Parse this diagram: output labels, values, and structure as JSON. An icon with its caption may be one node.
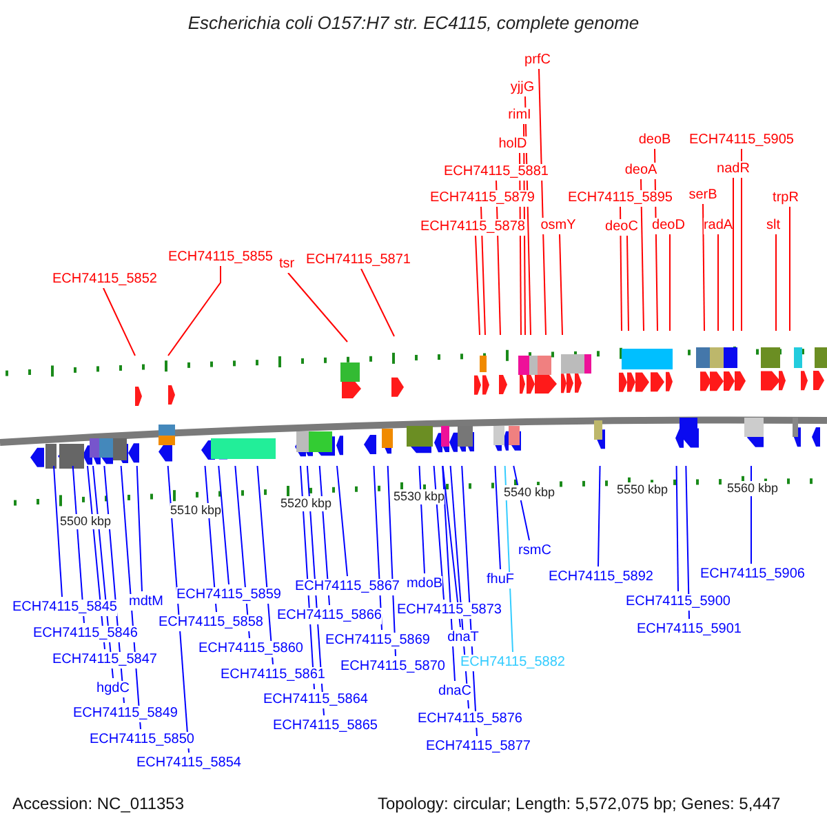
{
  "diagram": {
    "title": "Escherichia coli O157:H7 str. EC4115, complete genome",
    "nodes": [
      {
        "text": [
          "ECH74115_5852"
        ]
      },
      {
        "text": [
          "ECH74115_5855"
        ]
      },
      {
        "text": [
          "tsr"
        ]
      },
      {
        "text": [
          "ECH74115_5871"
        ]
      },
      {
        "text": [
          "prfC"
        ]
      },
      {
        "text": [
          "yjjG"
        ]
      },
      {
        "text": [
          "rimI"
        ]
      },
      {
        "text": [
          "holD"
        ]
      },
      {
        "text": [
          "ECH74115_5881"
        ]
      },
      {
        "text": [
          "ECH74115_5879"
        ]
      },
      {
        "text": [
          "ECH74115_5878"
        ]
      },
      {
        "text": [
          "osmY"
        ]
      },
      {
        "text": [
          "deoB"
        ]
      },
      {
        "text": [
          "deoA"
        ]
      },
      {
        "text": [
          "ECH74115_5895"
        ]
      },
      {
        "text": [
          "deoC"
        ]
      },
      {
        "text": [
          "deoD"
        ]
      },
      {
        "text": [
          "ECH74115_5905"
        ]
      },
      {
        "text": [
          "nadR"
        ]
      },
      {
        "text": [
          "serB"
        ]
      },
      {
        "text": [
          "radA"
        ]
      },
      {
        "text": [
          "trpR"
        ]
      },
      {
        "text": [
          "slt"
        ]
      },
      {
        "text": [
          "ECH74115_5845"
        ]
      },
      {
        "text": [
          "mdtM"
        ]
      },
      {
        "text": [
          "ECH74115_5846"
        ]
      },
      {
        "text": [
          "ECH74115_5847"
        ]
      },
      {
        "text": [
          "hgdC"
        ]
      },
      {
        "text": [
          "ECH74115_5849"
        ]
      },
      {
        "text": [
          "ECH74115_5850"
        ]
      },
      {
        "text": [
          "ECH74115_5854"
        ]
      },
      {
        "text": [
          "ECH74115_5859"
        ]
      },
      {
        "text": [
          "ECH74115_5858"
        ]
      },
      {
        "text": [
          "ECH74115_5860"
        ]
      },
      {
        "text": [
          "ECH74115_5861"
        ]
      },
      {
        "text": [
          "ECH74115_5867"
        ]
      },
      {
        "text": [
          "ECH74115_5866"
        ]
      },
      {
        "text": [
          "ECH74115_5864"
        ]
      },
      {
        "text": [
          "ECH74115_5865"
        ]
      },
      {
        "text": [
          "mdoB"
        ]
      },
      {
        "text": [
          "ECH74115_5873"
        ]
      },
      {
        "text": [
          "ECH74115_5869"
        ]
      },
      {
        "text": [
          "dnaT"
        ]
      },
      {
        "text": [
          "ECH74115_5870"
        ]
      },
      {
        "text": [
          "ECH74115_5882"
        ]
      },
      {
        "text": [
          "dnaC"
        ]
      },
      {
        "text": [
          "ECH74115_5876"
        ]
      },
      {
        "text": [
          "ECH74115_5877"
        ]
      },
      {
        "text": [
          "fhuF"
        ]
      },
      {
        "text": [
          "rsmC"
        ]
      },
      {
        "text": [
          "ECH74115_5892"
        ]
      },
      {
        "text": [
          "ECH74115_5906"
        ]
      },
      {
        "text": [
          "ECH74115_5900"
        ]
      },
      {
        "text": [
          "ECH74115_5901"
        ]
      }
    ],
    "edges": [
      {
        "from": 0,
        "to": null,
        "arrow": "none",
        "color": "#ff0000"
      },
      {
        "from": 1,
        "to": null,
        "arrow": "none",
        "color": "#ff0000"
      },
      {
        "from": 2,
        "to": null,
        "arrow": "none",
        "color": "#ff0000"
      },
      {
        "from": 3,
        "to": null,
        "arrow": "none",
        "color": "#ff0000"
      },
      {
        "from": 4,
        "to": null,
        "arrow": "none",
        "color": "#ff0000"
      },
      {
        "from": 5,
        "to": null,
        "arrow": "none",
        "color": "#ff0000"
      },
      {
        "from": 6,
        "to": null,
        "arrow": "none",
        "color": "#ff0000"
      },
      {
        "from": 7,
        "to": null,
        "arrow": "none",
        "color": "#ff0000"
      },
      {
        "from": 8,
        "to": null,
        "arrow": "none",
        "color": "#ff0000"
      },
      {
        "from": 9,
        "to": null,
        "arrow": "none",
        "color": "#ff0000"
      },
      {
        "from": 10,
        "to": null,
        "arrow": "none",
        "color": "#ff0000"
      },
      {
        "from": 11,
        "to": null,
        "arrow": "none",
        "color": "#ff0000"
      },
      {
        "from": 12,
        "to": null,
        "arrow": "none",
        "color": "#ff0000"
      },
      {
        "from": 13,
        "to": null,
        "arrow": "none",
        "color": "#ff0000"
      },
      {
        "from": 14,
        "to": null,
        "arrow": "none",
        "color": "#ff0000"
      },
      {
        "from": 15,
        "to": null,
        "arrow": "none",
        "color": "#ff0000"
      },
      {
        "from": 16,
        "to": null,
        "arrow": "none",
        "color": "#ff0000"
      },
      {
        "from": 17,
        "to": null,
        "arrow": "none",
        "color": "#ff0000"
      },
      {
        "from": 18,
        "to": null,
        "arrow": "none",
        "color": "#ff0000"
      },
      {
        "from": 19,
        "to": null,
        "arrow": "none",
        "color": "#ff0000"
      },
      {
        "from": 20,
        "to": null,
        "arrow": "none",
        "color": "#ff0000"
      },
      {
        "from": 21,
        "to": null,
        "arrow": "none",
        "color": "#ff0000"
      },
      {
        "from": 22,
        "to": null,
        "arrow": "none",
        "color": "#ff0000"
      },
      {
        "from": 23,
        "to": null,
        "arrow": "none"
      },
      {
        "from": 24,
        "to": null,
        "arrow": "none"
      },
      {
        "from": 25,
        "to": null,
        "arrow": "none"
      },
      {
        "from": 26,
        "to": null,
        "arrow": "none"
      },
      {
        "from": 27,
        "to": null,
        "arrow": "none"
      },
      {
        "from": 28,
        "to": null,
        "arrow": "none"
      },
      {
        "from": 29,
        "to": null,
        "arrow": "none"
      },
      {
        "from": 30,
        "to": null,
        "arrow": "none"
      },
      {
        "from": 31,
        "to": null,
        "arrow": "none"
      },
      {
        "from": 32,
        "to": null,
        "arrow": "none"
      },
      {
        "from": 33,
        "to": null,
        "arrow": "none"
      },
      {
        "from": 34,
        "to": null,
        "arrow": "none"
      },
      {
        "from": 35,
        "to": null,
        "arrow": "none"
      },
      {
        "from": 36,
        "to": null,
        "arrow": "none"
      },
      {
        "from": 37,
        "to": null,
        "arrow": "none"
      },
      {
        "from": 38,
        "to": null,
        "arrow": "none"
      },
      {
        "from": 39,
        "to": null,
        "arrow": "none"
      },
      {
        "from": 40,
        "to": null,
        "arrow": "none"
      },
      {
        "from": 41,
        "to": null,
        "arrow": "none"
      },
      {
        "from": 42,
        "to": null,
        "arrow": "none"
      },
      {
        "from": 43,
        "to": null,
        "arrow": "none"
      },
      {
        "from": 44,
        "to": null,
        "arrow": "none",
        "color": "#33ccff"
      },
      {
        "from": 45,
        "to": null,
        "arrow": "none"
      },
      {
        "from": 46,
        "to": null,
        "arrow": "none"
      },
      {
        "from": 47,
        "to": null,
        "arrow": "none"
      },
      {
        "from": 48,
        "to": null,
        "arrow": "none"
      },
      {
        "from": 49,
        "to": null,
        "arrow": "none"
      },
      {
        "from": 50,
        "to": null,
        "arrow": "none"
      },
      {
        "from": 51,
        "to": null,
        "arrow": "none"
      },
      {
        "from": 52,
        "to": null,
        "arrow": "none"
      },
      {
        "from": 53,
        "to": null,
        "arrow": "none"
      }
    ],
    "labels": [
      "5500 kbp",
      "5510 kbp",
      "5520 kbp",
      "5530 kbp",
      "5540 kbp",
      "5550 kbp",
      "5560 kbp",
      "Accession: NC_011353",
      "Topology: circular; Length: 5,572,075 bp; Genes: 5,447"
    ]
  }
}
